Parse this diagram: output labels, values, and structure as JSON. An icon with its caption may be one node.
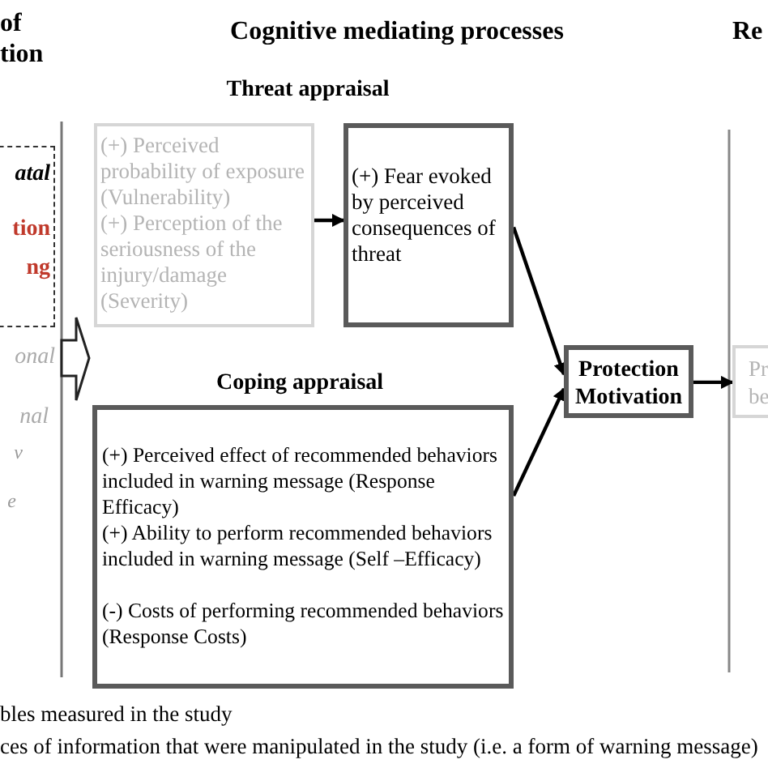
{
  "diagram": {
    "nodes": [
      {
        "text": [
          "atal",
          "tion ng"
        ]
      },
      {
        "text": [
          "(+) Perceived probability of  exposure (Vulnerability)",
          "(+) Perception of the seriousness of the injury/damage (Severity)"
        ]
      },
      {
        "text": [
          "(+) Fear evoked by perceived consequences of threat"
        ]
      },
      {
        "text": [
          "(+) Perceived effect of recommended behaviors included in warning message (Response Efficacy)",
          "(+) Ability to perform recommended behaviors included in warning message (Self –Efficacy)",
          "(-) Costs of performing recommended behaviors (Response Costs)"
        ]
      },
      {
        "text": [
          "Protection Motivation"
        ]
      },
      {
        "text": [
          "Pr be"
        ]
      }
    ],
    "edges": [
      {
        "from": 1,
        "to": 2,
        "arrow": "to"
      },
      {
        "from": 2,
        "to": 4,
        "arrow": "to"
      },
      {
        "from": 3,
        "to": 4,
        "arrow": "to"
      },
      {
        "from": 4,
        "to": 5,
        "arrow": "to"
      },
      {
        "from": 0,
        "to": null,
        "arrow": "to",
        "style": "thick"
      }
    ],
    "labels": [
      "of tion",
      "Cognitive mediating processes",
      "Re",
      "Threat appraisal",
      "onal",
      "Coping appraisal",
      "nal",
      "v",
      "e",
      "bles measured in the study",
      "ces of information that were manipulated in the study (i.e. a form of warning message)"
    ]
  }
}
